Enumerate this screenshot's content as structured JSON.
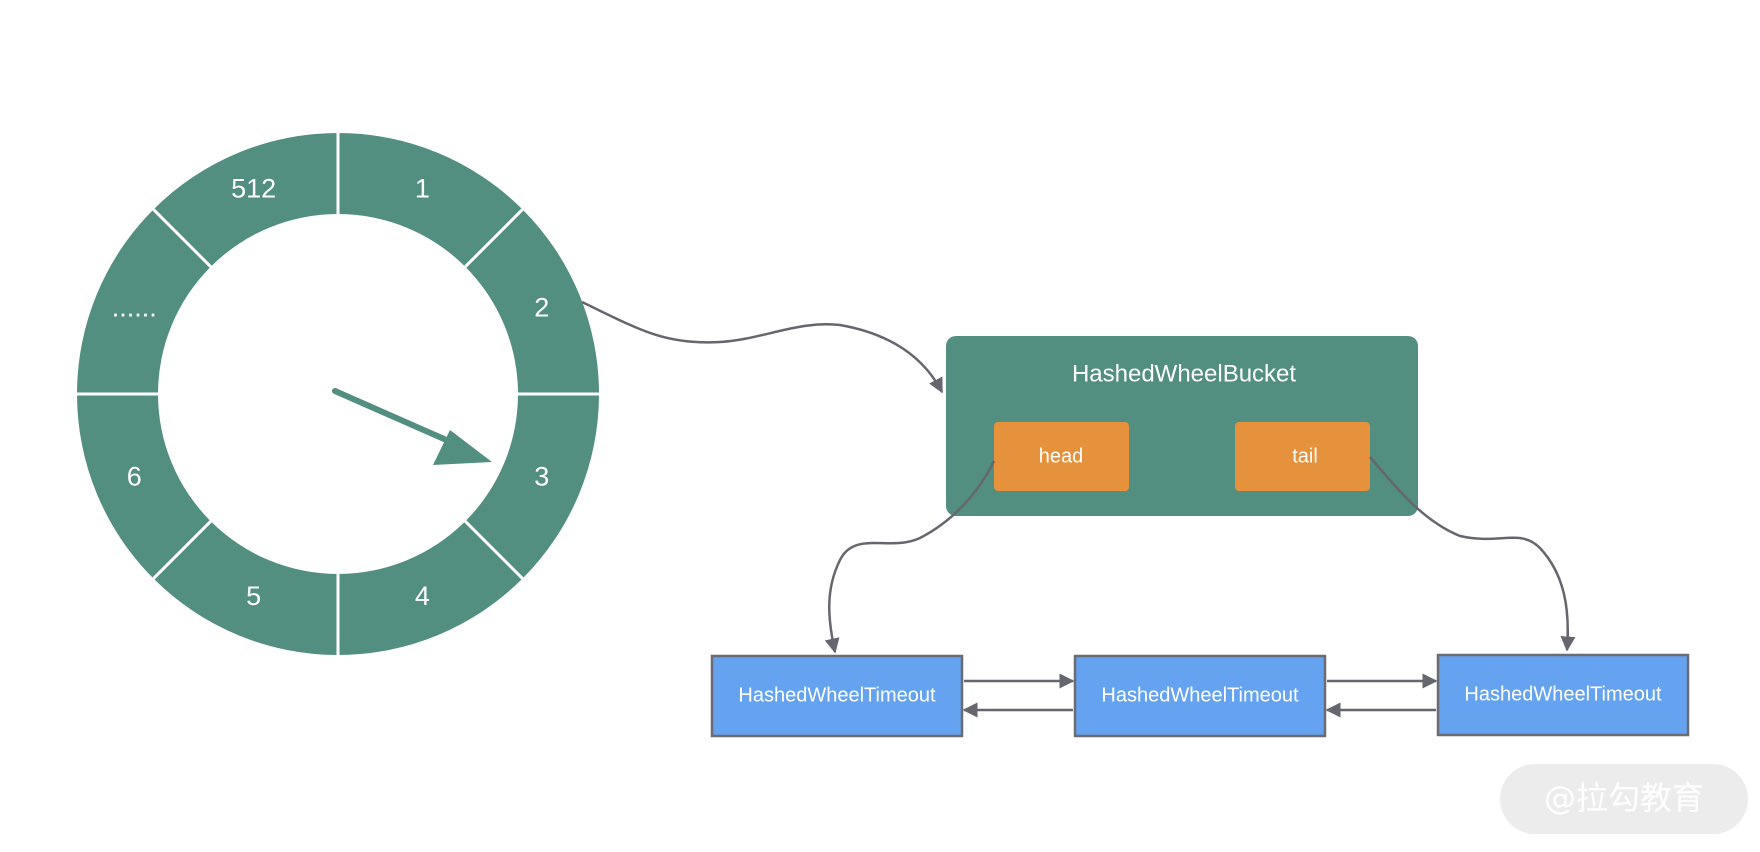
{
  "colors": {
    "wheel": "#528f80",
    "bucket": "#528f80",
    "pointer_box": "#e6913b",
    "timeout_node": "#65a3f0",
    "connector": "#66666e"
  },
  "wheel": {
    "slots": [
      "1",
      "2",
      "3",
      "4",
      "5",
      "6",
      "......",
      "512"
    ],
    "current_slot": "3"
  },
  "bucket": {
    "title": "HashedWheelBucket",
    "head": "head",
    "tail": "tail"
  },
  "timeouts": [
    {
      "label": "HashedWheelTimeout"
    },
    {
      "label": "HashedWheelTimeout"
    },
    {
      "label": "HashedWheelTimeout"
    }
  ],
  "watermark": "@拉勾教育"
}
